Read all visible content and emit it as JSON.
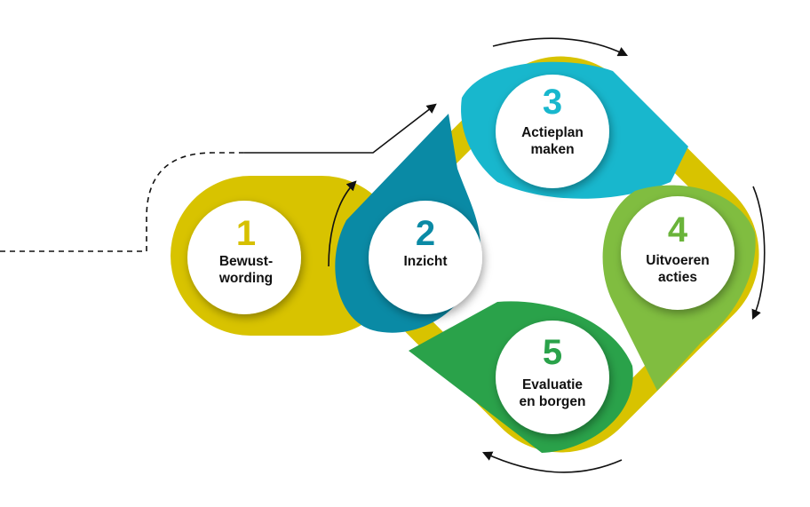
{
  "colors": {
    "gold": "#d8c300",
    "teal": "#0a8aa5",
    "cyan": "#18b7cd",
    "green_light": "#80bd40",
    "green": "#2aa24a",
    "number_gold": "#d6c000",
    "number_teal": "#0a8aa5",
    "number_cyan": "#18b7cd",
    "number_green_light": "#6ab43a",
    "number_green": "#2aa24a"
  },
  "steps": [
    {
      "number": "1",
      "line1": "Bewust-",
      "line2": "wording"
    },
    {
      "number": "2",
      "line1": "Inzicht",
      "line2": ""
    },
    {
      "number": "3",
      "line1": "Actieplan",
      "line2": "maken"
    },
    {
      "number": "4",
      "line1": "Uitvoeren",
      "line2": "acties"
    },
    {
      "number": "5",
      "line1": "Evaluatie",
      "line2": "en borgen"
    }
  ]
}
